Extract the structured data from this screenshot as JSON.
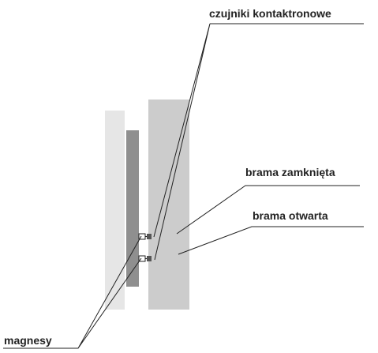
{
  "labels": {
    "sensors": "czujniki kontaktronowe",
    "gate_closed": "brama zamknięta",
    "gate_open": "brama otwarta",
    "magnets": "magnesy"
  },
  "colors": {
    "background": "#ffffff",
    "fixed_panel": "#e6e6e6",
    "inner_bar": "#8f8f8f",
    "gate_panel": "#cccccc",
    "leader_line": "#222222",
    "text": "#222222"
  }
}
